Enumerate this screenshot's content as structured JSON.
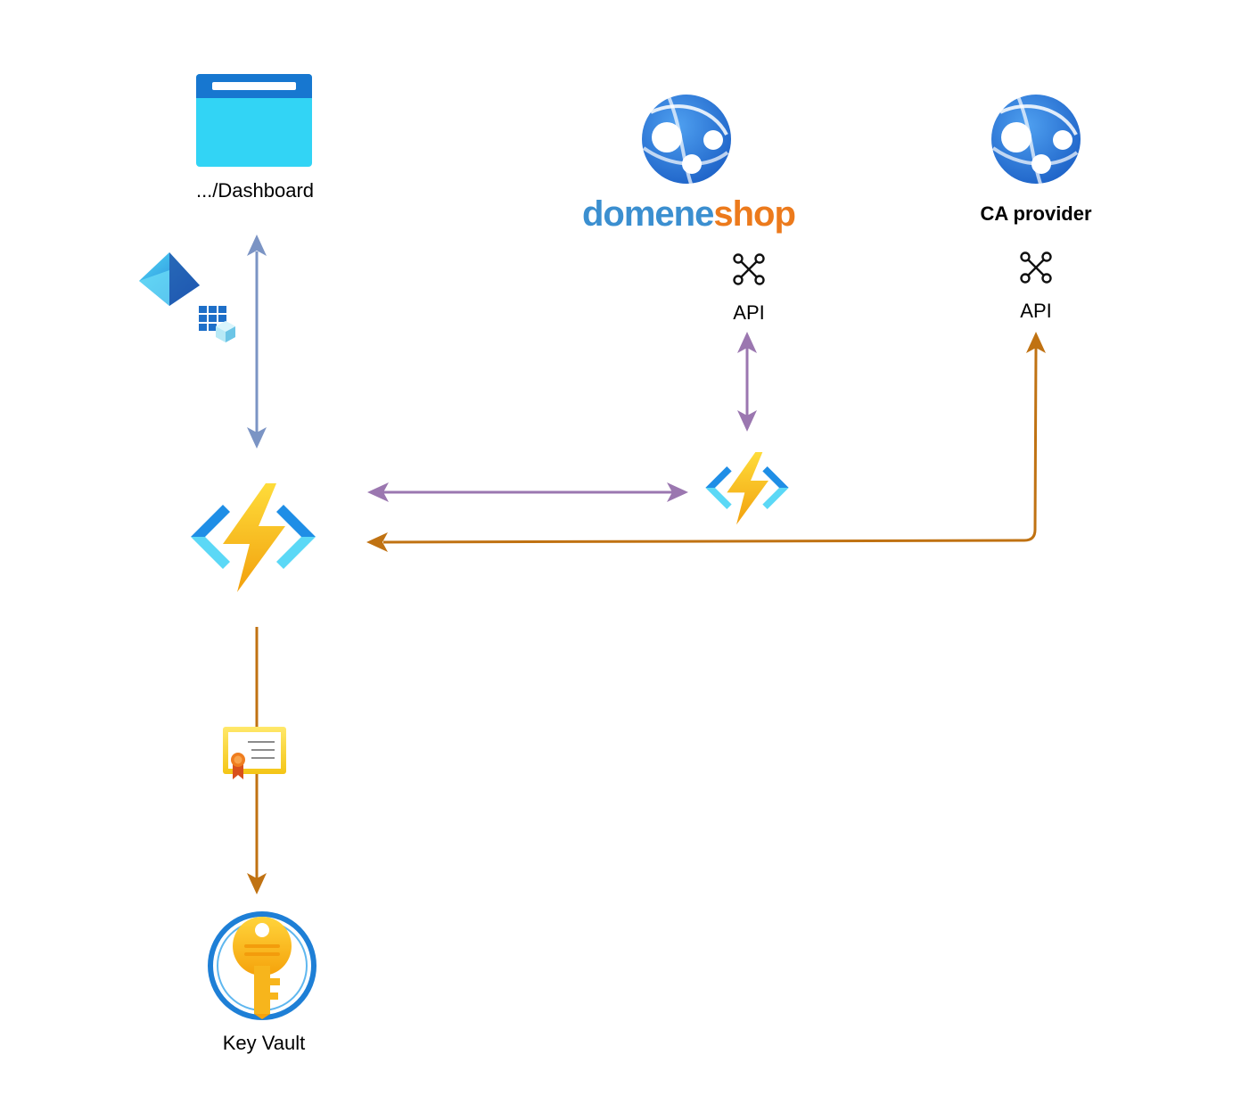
{
  "labels": {
    "dashboard": ".../Dashboard",
    "ca_provider": "CA provider",
    "domeneshop_api": "API",
    "ca_api": "API",
    "key_vault": "Key Vault"
  },
  "logo": {
    "part1": "domene",
    "part2": "shop",
    "color1": "#3b8fd0",
    "color2": "#ec7a1c"
  },
  "colors": {
    "blue_arrow": "#7b94c4",
    "purple_arrow": "#9b77b0",
    "orange_arrow": "#c07212"
  },
  "icons": {
    "dashboard": "browser-window-icon",
    "domeneshop_app": "web-app-globe-icon",
    "ca_app": "web-app-globe-icon",
    "entra": "entra-id-icon",
    "app_registration": "app-registration-icon",
    "main_function": "function-app-icon",
    "small_function": "function-app-icon",
    "certificate": "certificate-icon",
    "key_vault": "key-vault-icon",
    "api_domeneshop": "api-network-icon",
    "api_ca": "api-network-icon"
  }
}
